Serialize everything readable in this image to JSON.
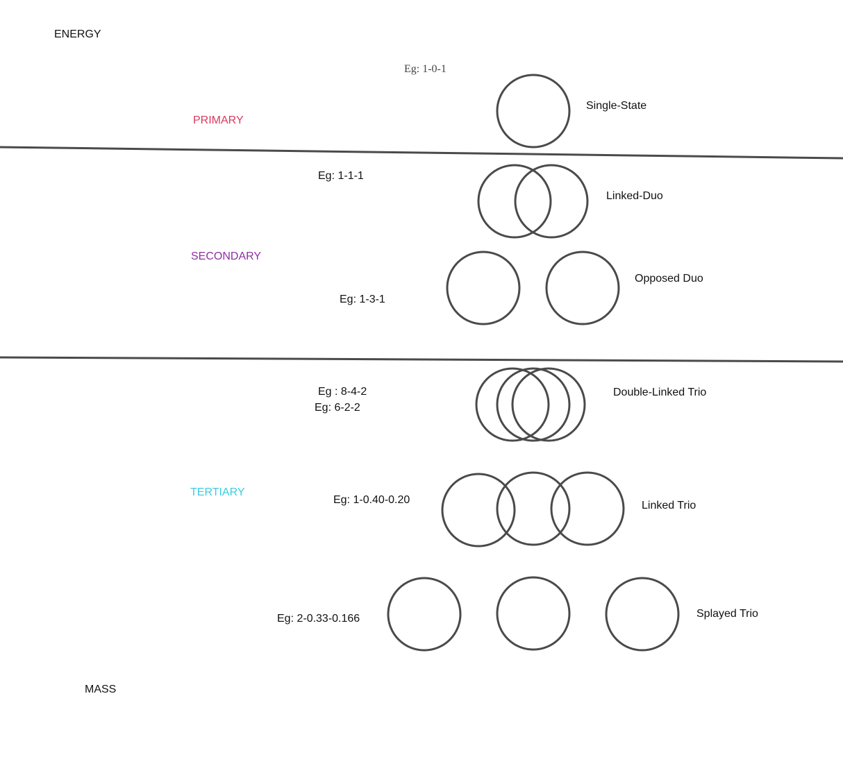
{
  "axes": {
    "top": "ENERGY",
    "bottom": "MASS"
  },
  "tiers": [
    {
      "name": "PRIMARY",
      "color": "#d9385e"
    },
    {
      "name": "SECONDARY",
      "color": "#8e2fa0"
    },
    {
      "name": "TERTIARY",
      "color": "#3ccbe0"
    }
  ],
  "configurations": [
    {
      "name": "Single-State",
      "examples": [
        "Eg: 1-0-1"
      ]
    },
    {
      "name": "Linked-Duo",
      "examples": [
        "Eg: 1-1-1"
      ]
    },
    {
      "name": "Opposed Duo",
      "examples": [
        "Eg: 1-3-1"
      ]
    },
    {
      "name": "Double-Linked Trio",
      "examples": [
        "Eg : 8-4-2",
        "Eg: 6-2-2"
      ]
    },
    {
      "name": "Linked Trio",
      "examples": [
        "Eg: 1-0.40-0.20"
      ]
    },
    {
      "name": "Splayed Trio",
      "examples": [
        "Eg: 2-0.33-0.166"
      ]
    }
  ],
  "colors": {
    "circle_stroke": "#4a4a4a",
    "divider": "#4a4a4a"
  }
}
